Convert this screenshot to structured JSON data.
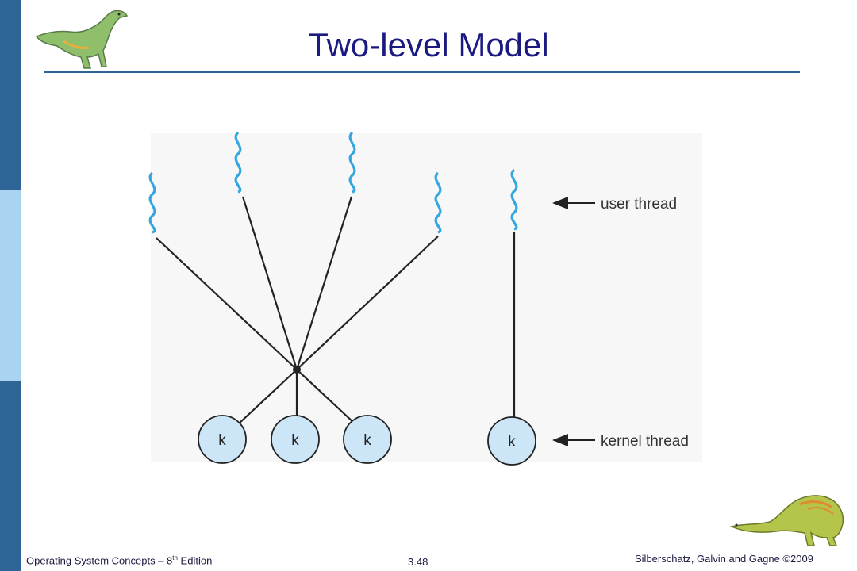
{
  "slide": {
    "title": "Two-level Model"
  },
  "diagram": {
    "user_thread_label": "user thread",
    "kernel_thread_label": "kernel thread",
    "kernel_labels": [
      "k",
      "k",
      "k",
      "k"
    ]
  },
  "footer": {
    "book": "Operating System Concepts – 8",
    "edition_sup": "th",
    "edition_word": " Edition",
    "page": "3.48",
    "copyright": "Silberschatz, Galvin and Gagne ©2009"
  },
  "colors": {
    "sidebar_dark": "#2f6496",
    "sidebar_light": "#a8d4f2",
    "thread_wave": "#35a7e0",
    "kernel_fill": "#cde6f7",
    "title": "#1a1a80"
  }
}
